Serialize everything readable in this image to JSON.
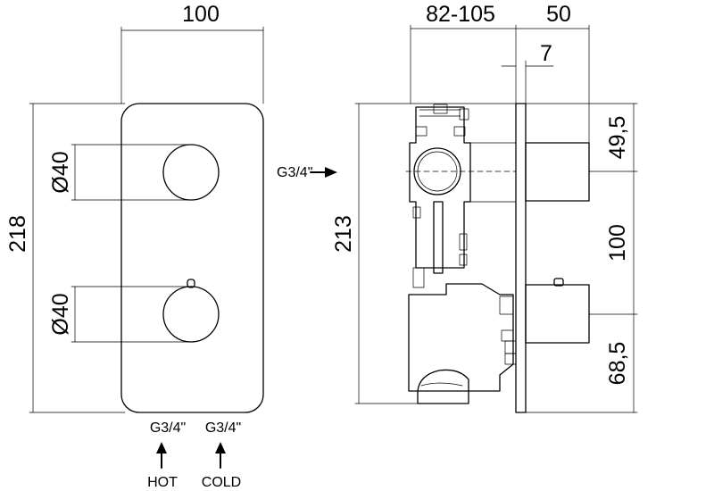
{
  "front_view": {
    "width_label": "100",
    "height_label": "218",
    "knob_top_label": "Ø40",
    "knob_bottom_label": "Ø40",
    "inlet_hot_thread": "G3/4\"",
    "inlet_cold_thread": "G3/4\"",
    "hot_label": "HOT",
    "cold_label": "COLD"
  },
  "side_view": {
    "depth_label": "82-105",
    "plate_depth_label": "50",
    "plate_thickness_label": "7",
    "body_height_label": "213",
    "top_offset_label": "49,5",
    "knob_spacing_label": "100",
    "bottom_offset_label": "68,5",
    "outlet_thread": "G3/4\""
  }
}
